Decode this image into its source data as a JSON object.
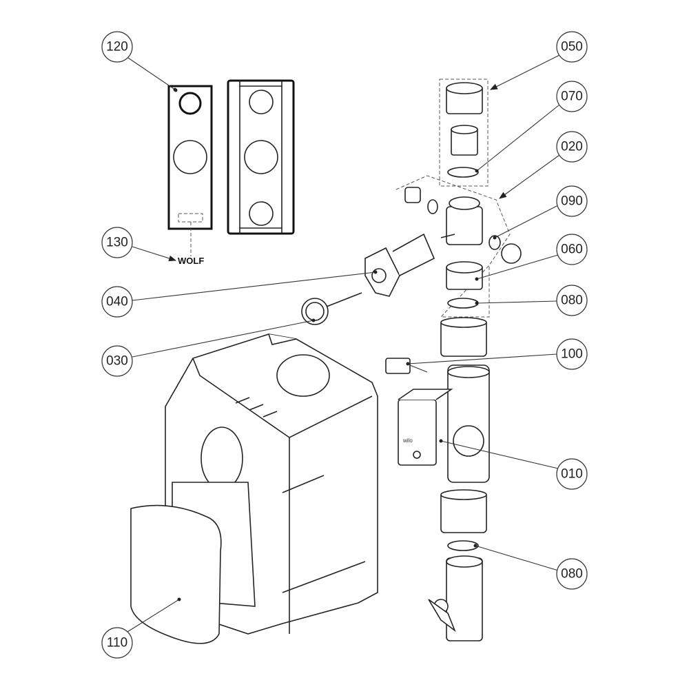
{
  "callouts": {
    "c120": "120",
    "c130": "130",
    "c040": "040",
    "c030": "030",
    "c110": "110",
    "c050": "050",
    "c070": "070",
    "c020": "020",
    "c090": "090",
    "c060": "060",
    "c080a": "080",
    "c100": "100",
    "c010": "010",
    "c080b": "080"
  },
  "logos": {
    "brand_label": "WOLF",
    "pump_brand": "wilo"
  }
}
